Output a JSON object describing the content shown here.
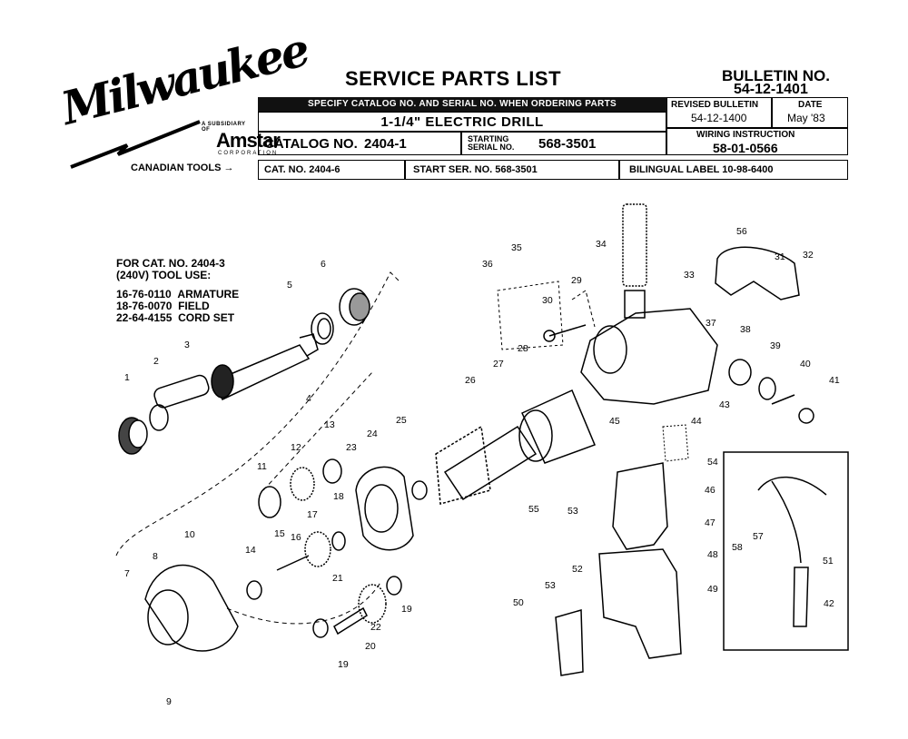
{
  "brand": {
    "logo_text": "Milwaukee",
    "subsidiary_of": "A SUBSIDIARY OF",
    "parent": "Amstar",
    "corporation": "CORPORATION"
  },
  "header": {
    "title": "SERVICE PARTS LIST",
    "bulletin_label": "BULLETIN NO.",
    "bulletin_no": "54-12-1401",
    "ordering_note": "SPECIFY CATALOG NO. AND SERIAL NO. WHEN ORDERING PARTS",
    "product": "1-1/4\" ELECTRIC DRILL",
    "catalog_label": "CATALOG NO.",
    "catalog_no": "2404-1",
    "starting_serial_label_1": "STARTING",
    "starting_serial_label_2": "SERIAL NO.",
    "starting_serial_no": "568-3501",
    "revised_bulletin_label": "REVISED BULLETIN",
    "revised_bulletin_no": "54-12-1400",
    "date_label": "DATE",
    "date_value": "May '83",
    "wiring_label": "WIRING INSTRUCTION",
    "wiring_no": "58-01-0566"
  },
  "canadian": {
    "label": "CANADIAN TOOLS",
    "cat_no": "CAT. NO.  2404-6",
    "start_ser": "START SER. NO.    568-3501",
    "bilingual": "BILINGUAL LABEL   10-98-6400"
  },
  "note": {
    "line1": "FOR CAT. NO. 2404-3",
    "line2": "(240V) TOOL USE:",
    "items": [
      {
        "part": "16-76-0110",
        "name": "ARMATURE"
      },
      {
        "part": "18-76-0070",
        "name": "FIELD"
      },
      {
        "part": "22-64-4155",
        "name": "CORD SET"
      }
    ]
  },
  "callouts": [
    "1",
    "2",
    "3",
    "4",
    "5",
    "6",
    "7",
    "8",
    "9",
    "10",
    "11",
    "12",
    "13",
    "14",
    "15",
    "16",
    "17",
    "18",
    "19",
    "19",
    "20",
    "21",
    "22",
    "23",
    "24",
    "25",
    "26",
    "27",
    "28",
    "29",
    "30",
    "31",
    "32",
    "33",
    "34",
    "35",
    "36",
    "37",
    "38",
    "39",
    "40",
    "41",
    "42",
    "43",
    "44",
    "45",
    "46",
    "47",
    "48",
    "49",
    "50",
    "51",
    "52",
    "53",
    "53",
    "54",
    "55",
    "56",
    "57",
    "58"
  ]
}
